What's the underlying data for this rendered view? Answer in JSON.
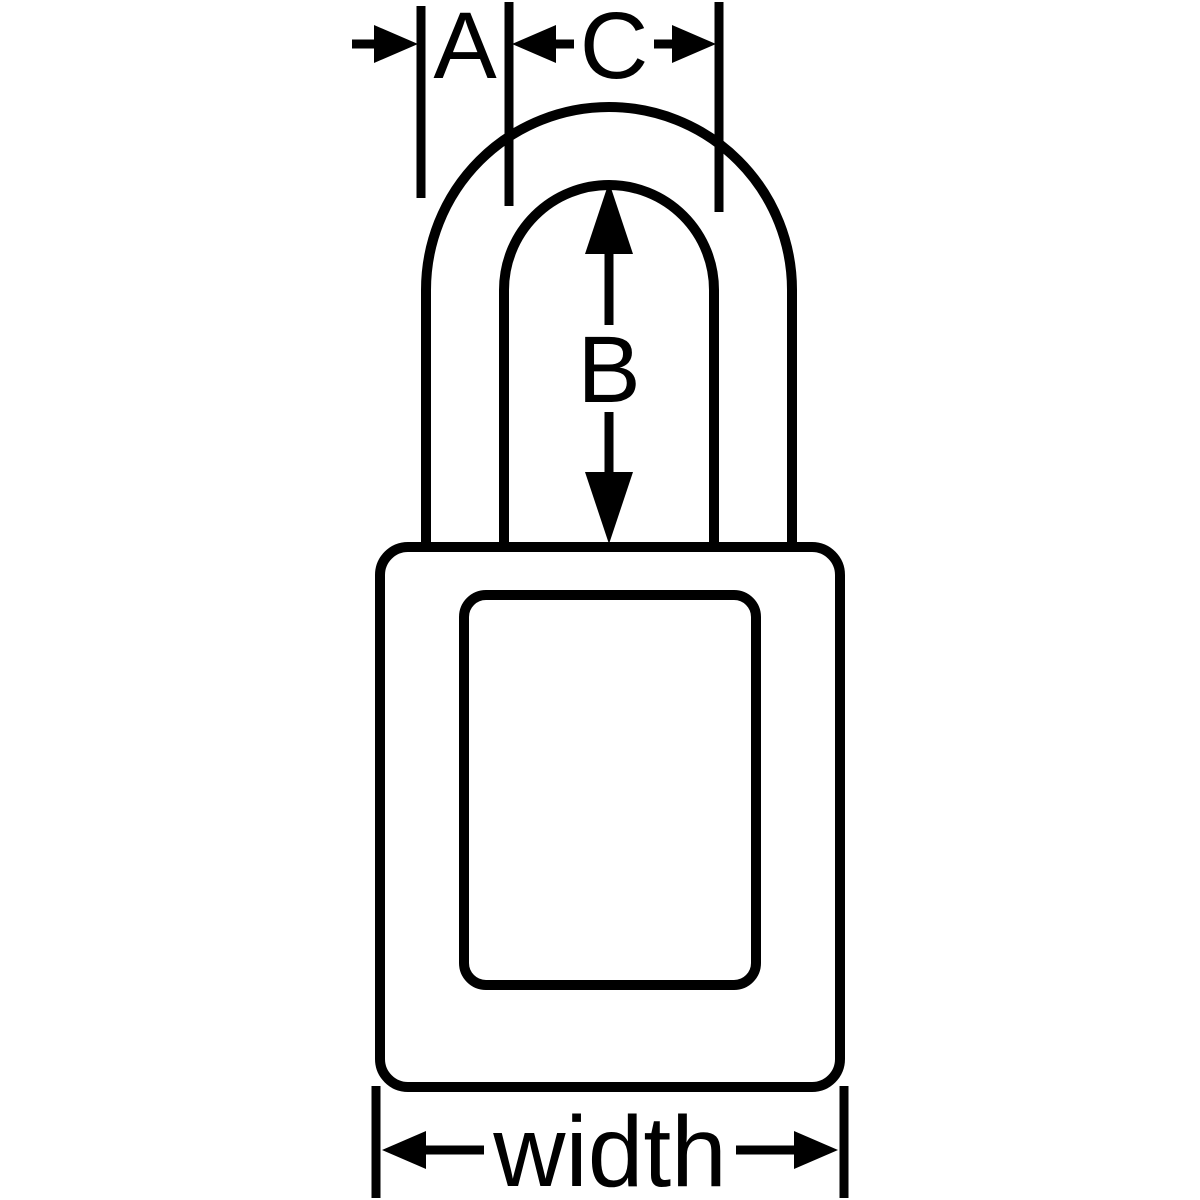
{
  "diagram": {
    "background_color": "#ffffff",
    "line_color": "#000000",
    "labels": {
      "dim_a": "A",
      "dim_b": "B",
      "dim_c": "C",
      "dim_width": "width"
    }
  }
}
